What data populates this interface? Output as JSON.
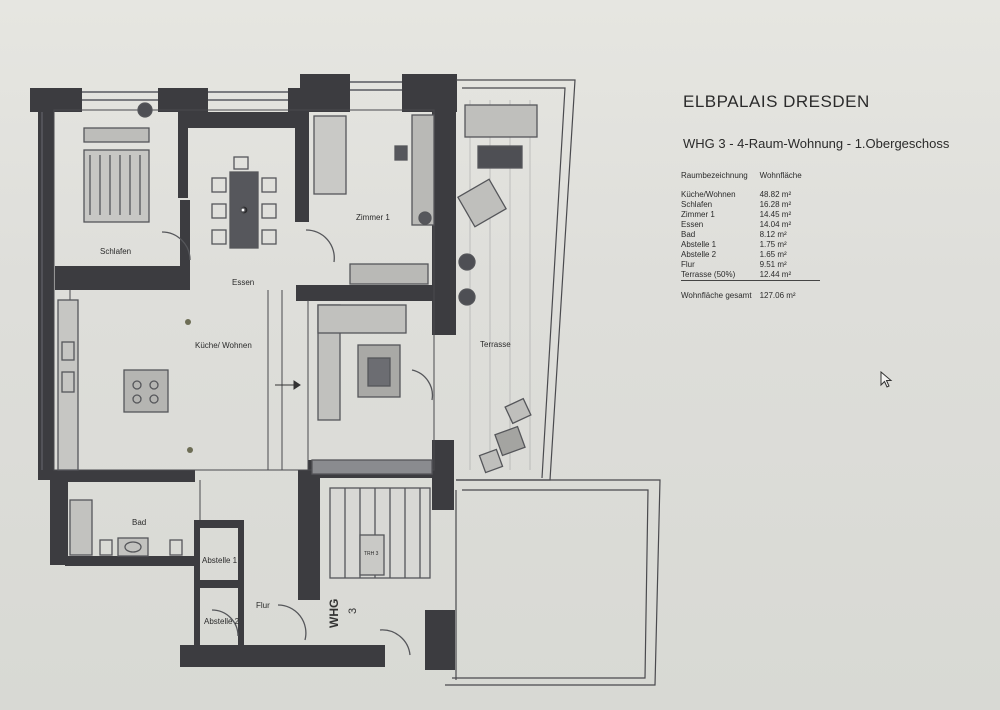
{
  "title": "ELBPALAIS DRESDEN",
  "subtitle": "WHG 3 - 4-Raum-Wohnung - 1.Obergeschoss",
  "area_table": {
    "header_room": "Raumbezeichnung",
    "header_area": "Wohnfläche",
    "rows": [
      {
        "room": "Küche/Wohnen",
        "area": "48.82 m²"
      },
      {
        "room": "Schlafen",
        "area": "16.28 m²"
      },
      {
        "room": "Zimmer 1",
        "area": "14.45 m²"
      },
      {
        "room": "Essen",
        "area": "14.04 m²"
      },
      {
        "room": "Bad",
        "area": "8.12 m²"
      },
      {
        "room": "Abstelle 1",
        "area": "1.75 m²"
      },
      {
        "room": "Abstelle 2",
        "area": "1.65 m²"
      },
      {
        "room": "Flur",
        "area": "9.51 m²"
      },
      {
        "room": "Terrasse (50%)",
        "area": "12.44 m²"
      }
    ],
    "total_label": "Wohnfläche gesamt",
    "total_value": "127.06 m²"
  },
  "plan_labels": {
    "schlafen": "Schlafen",
    "essen": "Essen",
    "zimmer1": "Zimmer 1",
    "kueche": "Küche/ Wohnen",
    "terrasse": "Terrasse",
    "bad": "Bad",
    "abstelle1": "Abstelle 1",
    "abstelle2": "Abstelle 2",
    "flur": "Flur",
    "whg": "WHG",
    "whg_num": "3",
    "trh": "TRH 3"
  },
  "colors": {
    "wall": "#3c3c40",
    "window": "#595a60",
    "furniture": "#6c6d72",
    "line": "#4a4a4e"
  }
}
